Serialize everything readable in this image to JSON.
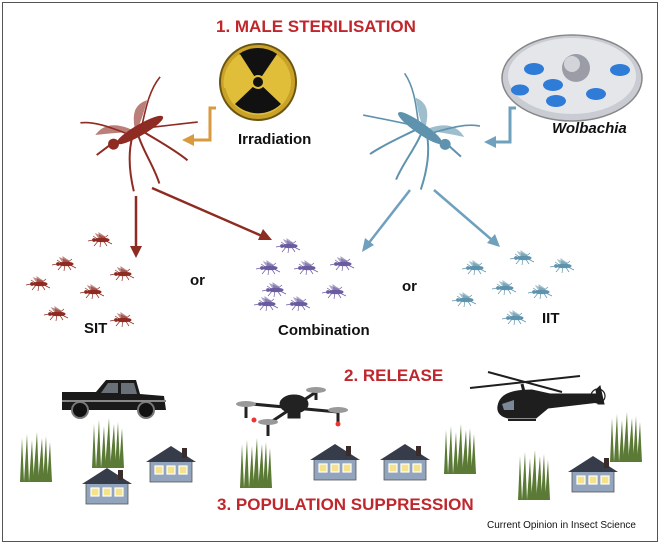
{
  "steps": {
    "step1": "1. MALE STERILISATION",
    "step2": "2. RELEASE",
    "step3": "3. POPULATION SUPPRESSION"
  },
  "labels": {
    "irradiation": "Irradiation",
    "wolbachia": "Wolbachia",
    "sit": "SIT",
    "combination": "Combination",
    "iit": "IIT",
    "or_left": "or",
    "or_right": "or"
  },
  "credit": "Current Opinion in Insect Science",
  "colors": {
    "heading": "#c0272d",
    "sit_mosquito": "#8e2b22",
    "iit_mosquito": "#5f93ad",
    "combination_mosquito": "#6b5ca0",
    "irradiation_arrow": "#d89a3e",
    "wolbachia_arrow": "#6fa0bd",
    "grass": "#5b7a35",
    "house_wall": "#8fa0b8",
    "house_roof": "#3a4150"
  },
  "icons": [
    "radiation-icon",
    "petri-dish-icon",
    "pickup-truck-icon",
    "drone-icon",
    "helicopter-icon",
    "house-icon",
    "grass-icon",
    "mosquito-icon"
  ]
}
